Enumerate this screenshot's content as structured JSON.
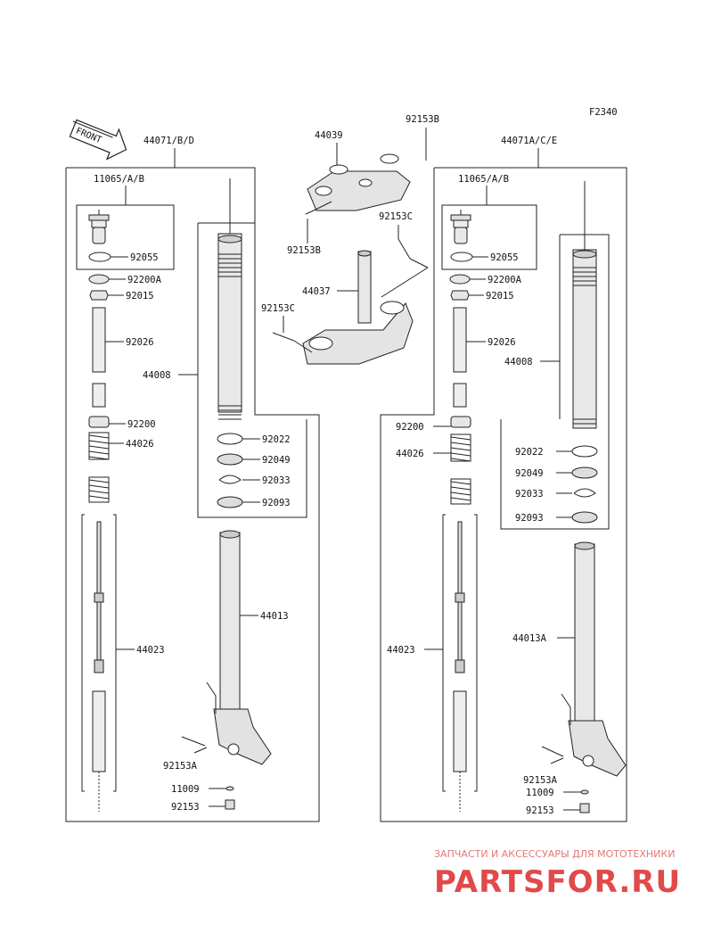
{
  "figure_code": "F2340",
  "front_arrow_text": "FRONT",
  "left": {
    "assembly": "44071/B/D",
    "cap": "11065/A/B",
    "oring": "92055",
    "collar_a": "92200A",
    "nut": "92015",
    "pipe": "92026",
    "collar": "92200",
    "spring": "44026",
    "damper": "44023",
    "outer_tube": "44008",
    "bushing": "92022",
    "seal": "92049",
    "clip": "92033",
    "dust_seal": "92093",
    "inner_tube": "44013",
    "bolt_a": "92153A",
    "washer": "11009",
    "bolt": "92153"
  },
  "right": {
    "assembly": "44071A/C/E",
    "cap": "11065/A/B",
    "oring": "92055",
    "collar_a": "92200A",
    "nut": "92015",
    "pipe": "92026",
    "outer_tube": "44008",
    "collar": "92200",
    "spring": "44026",
    "bushing": "92022",
    "seal": "92049",
    "clip": "92033",
    "dust_seal": "92093",
    "damper": "44023",
    "inner_tube": "44013A",
    "bolt_a": "92153A",
    "washer": "11009",
    "bolt": "92153"
  },
  "center": {
    "upper_clamp": "44039",
    "bolt_b_top": "92153B",
    "bolt_b_bottom": "92153B",
    "bolt_c_right": "92153C",
    "stem": "44037",
    "bolt_c_left": "92153C"
  },
  "watermark": {
    "tagline": "ЗАПЧАСТИ И АКСЕССУАРЫ ДЛЯ МОТОТЕХНИКИ",
    "logo": "PARTSFOR.RU"
  },
  "colors": {
    "line": "#222222",
    "part_fill": "#e6e6e6",
    "watermark": "#e04a4a"
  }
}
